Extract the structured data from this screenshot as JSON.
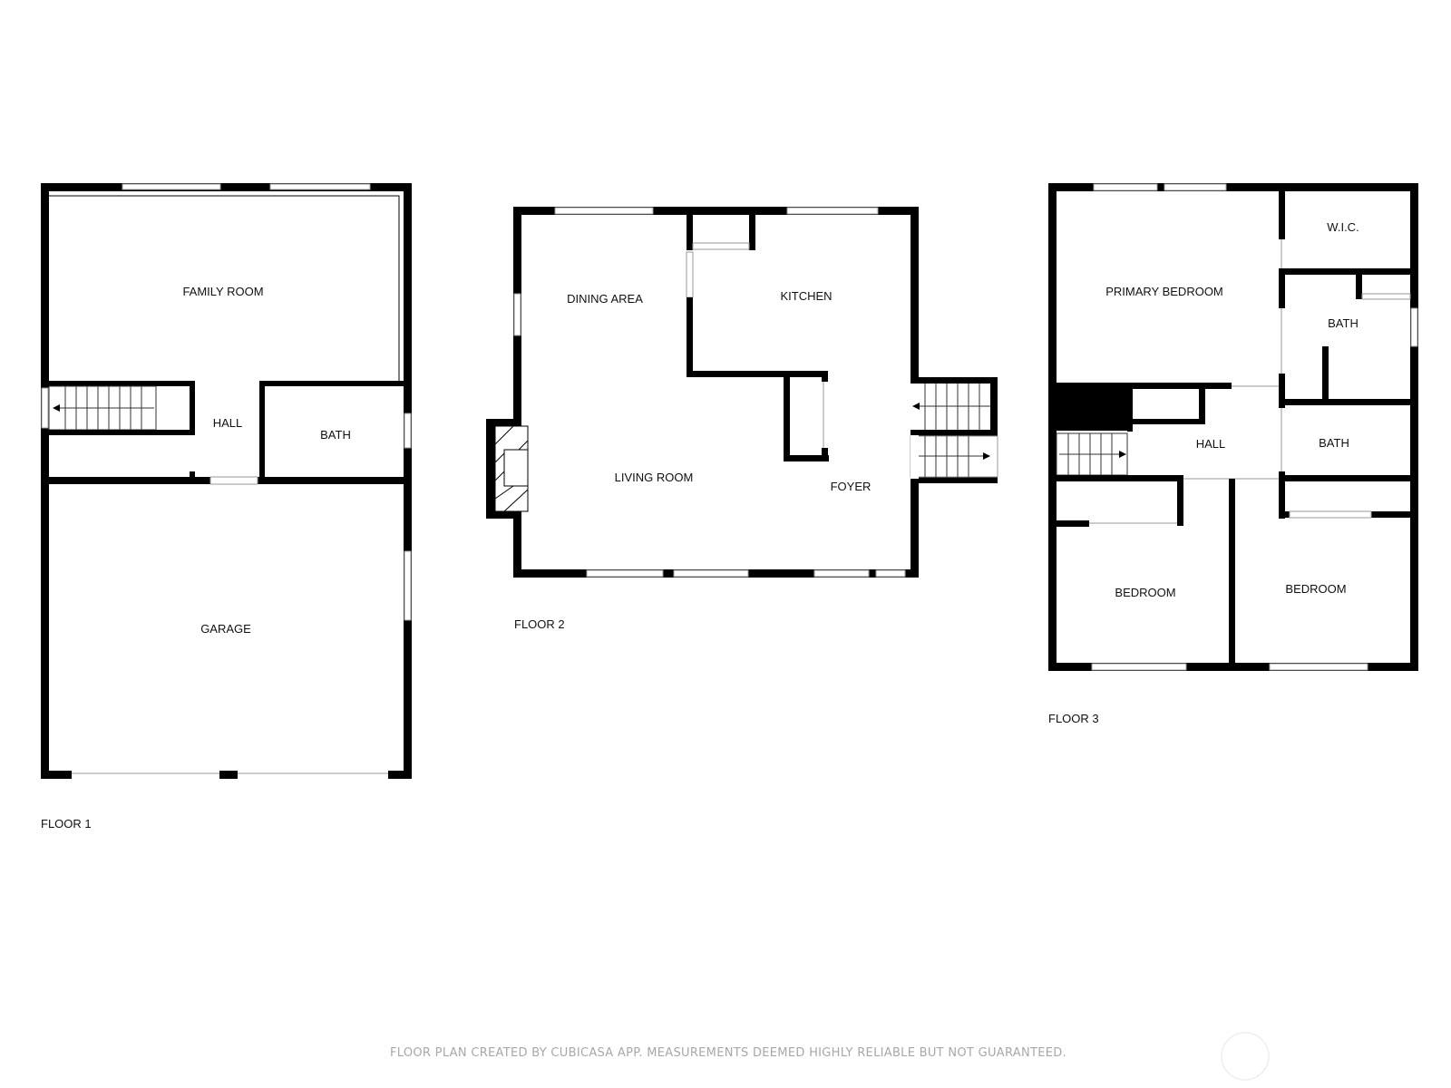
{
  "floors": [
    {
      "label": "FLOOR 1",
      "rooms": [
        "FAMILY ROOM",
        "HALL",
        "BATH",
        "GARAGE"
      ]
    },
    {
      "label": "FLOOR 2",
      "rooms": [
        "DINING AREA",
        "KITCHEN",
        "LIVING ROOM",
        "FOYER"
      ]
    },
    {
      "label": "FLOOR 3",
      "rooms": [
        "PRIMARY BEDROOM",
        "W.I.C.",
        "BATH",
        "HALL",
        "BATH",
        "BEDROOM",
        "BEDROOM"
      ]
    }
  ],
  "disclaimer": "FLOOR PLAN CREATED BY CUBICASA APP. MEASUREMENTS DEEMED HIGHLY RELIABLE BUT NOT GUARANTEED."
}
